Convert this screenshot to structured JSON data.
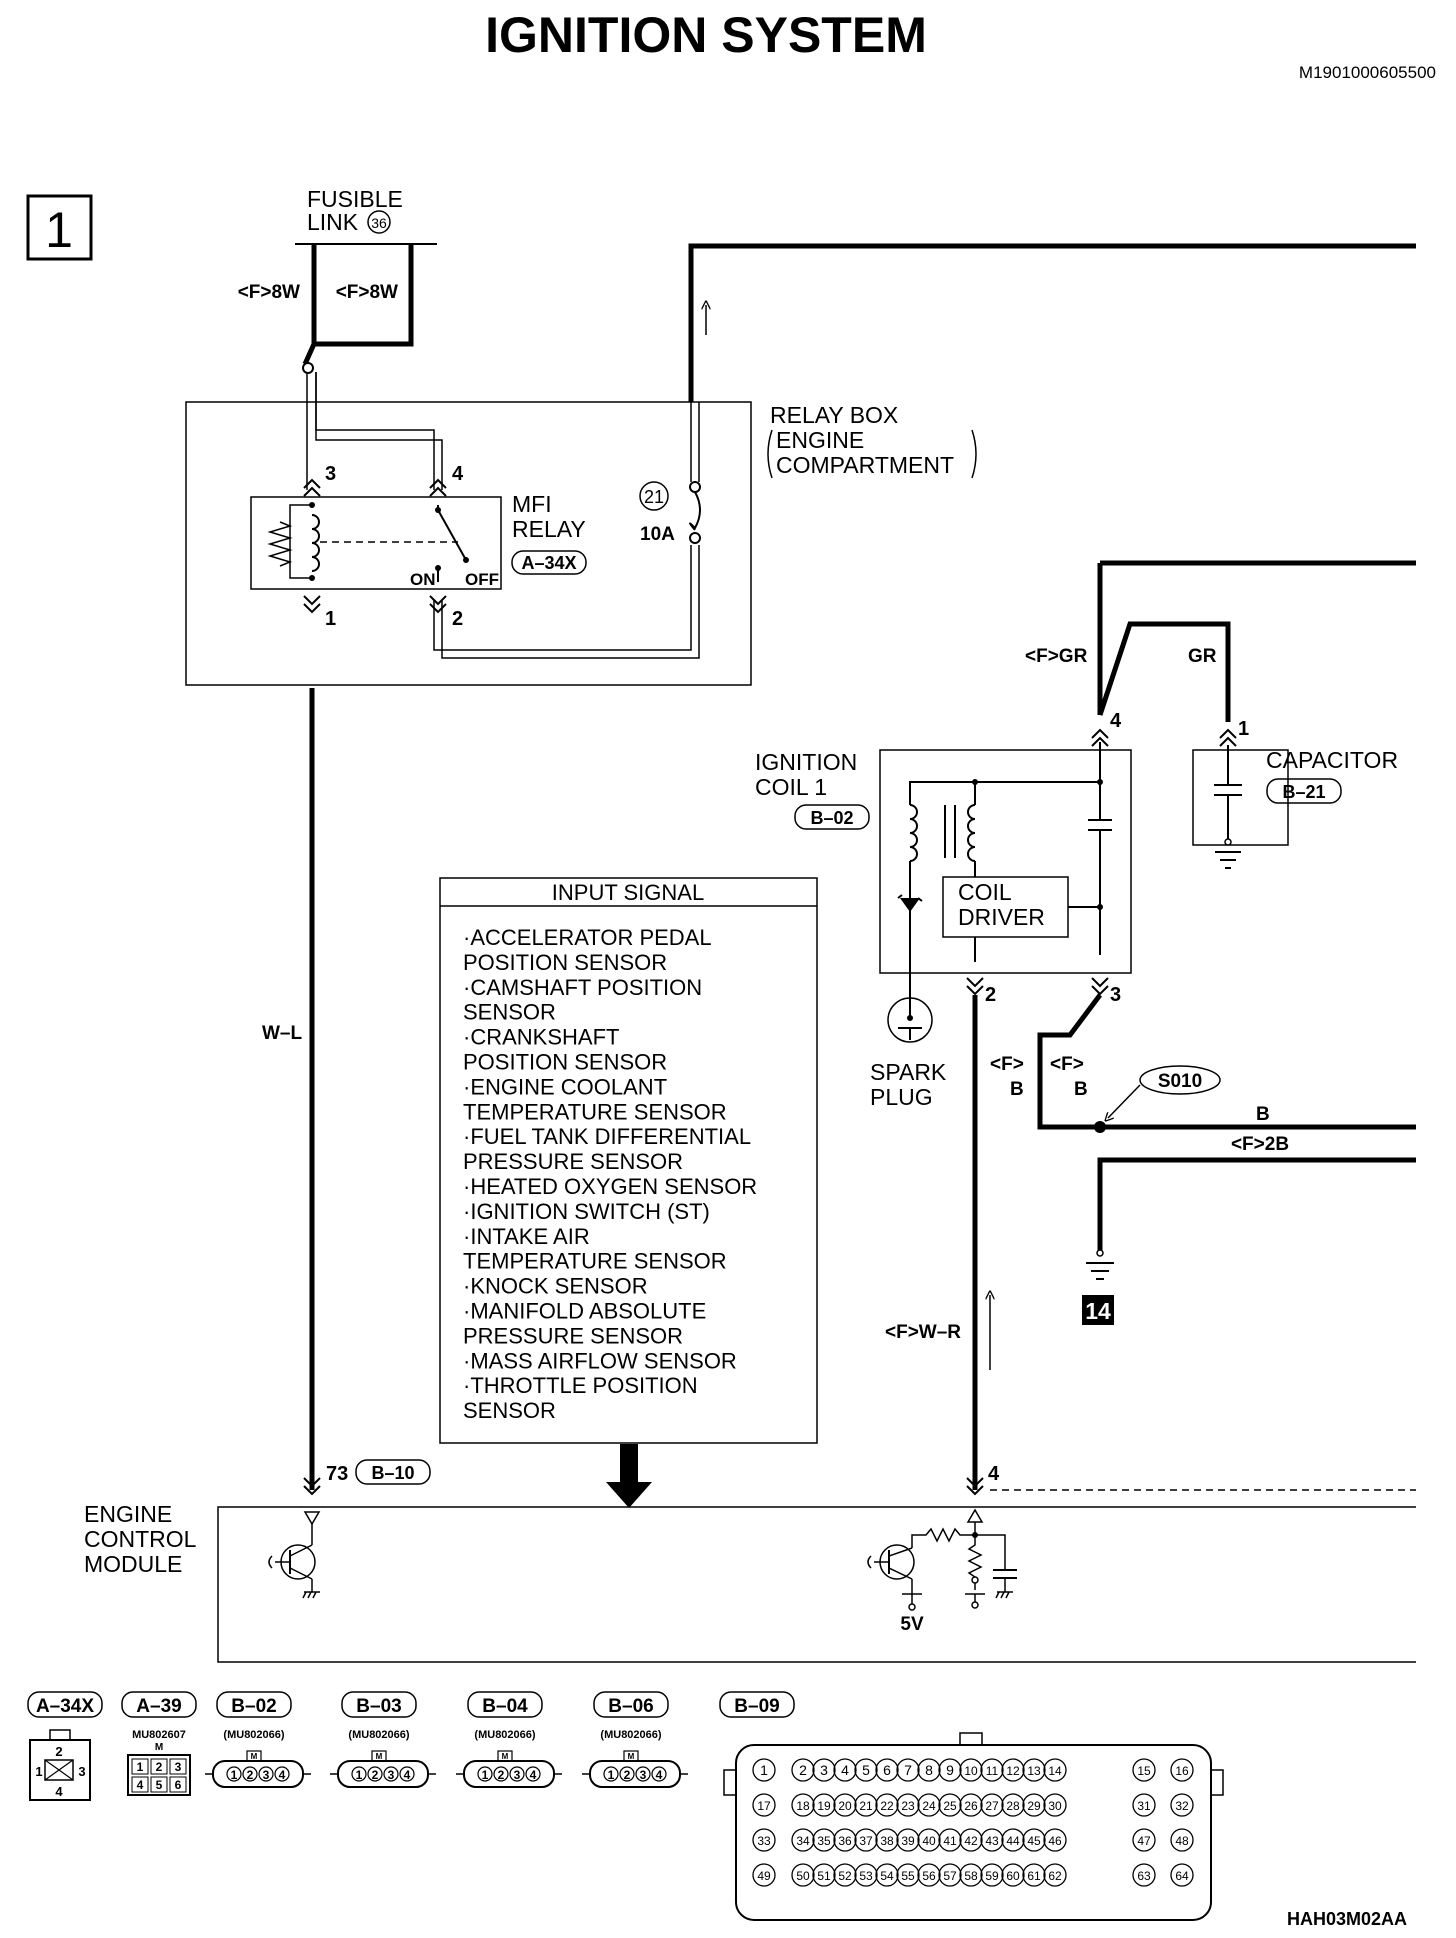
{
  "title": "IGNITION SYSTEM",
  "doc_id": "M1901000605500",
  "figure_id": "HAH03M02AA",
  "page_number": "1",
  "fusible_link": {
    "line1": "FUSIBLE",
    "line2": "LINK",
    "num": "36"
  },
  "wires": {
    "f8w_a": "<F>8W",
    "f8w_b": "<F>8W",
    "w_l": "W–L",
    "f_gr": "<F>GR",
    "gr": "GR",
    "f_a": "<F>",
    "b_a": "B",
    "f_b": "<F>",
    "b_b": "B",
    "b": "B",
    "f2b": "<F>2B",
    "f_w_r": "<F>W–R"
  },
  "relay_box": {
    "line1": "RELAY BOX",
    "line2": "ENGINE",
    "line3": "COMPARTMENT"
  },
  "mfi_relay": {
    "line1": "MFI",
    "line2": "RELAY",
    "connector": "A–34X",
    "pin3": "3",
    "pin4": "4",
    "pin1": "1",
    "pin2": "2",
    "on": "ON",
    "off": "OFF"
  },
  "fuse": {
    "num": "21",
    "rating": "10A"
  },
  "ignition_coil": {
    "line1": "IGNITION",
    "line2": "COIL 1",
    "connector": "B–02",
    "pin4": "4",
    "pin2": "2",
    "pin3": "3"
  },
  "coil_driver": {
    "line1": "COIL",
    "line2": "DRIVER"
  },
  "capacitor": {
    "label": "CAPACITOR",
    "connector": "B–21",
    "pin": "1"
  },
  "spark_plug": {
    "line1": "SPARK",
    "line2": "PLUG"
  },
  "splice": "S010",
  "ground_num": "14",
  "input_signal": {
    "title": "INPUT SIGNAL",
    "lines": [
      "·ACCELERATOR PEDAL",
      " POSITION SENSOR",
      "·CAMSHAFT POSITION",
      " SENSOR",
      "·CRANKSHAFT",
      " POSITION SENSOR",
      "·ENGINE COOLANT",
      " TEMPERATURE SENSOR",
      "·FUEL TANK DIFFERENTIAL",
      " PRESSURE SENSOR",
      "·HEATED OXYGEN SENSOR",
      "·IGNITION SWITCH (ST)",
      "·INTAKE AIR",
      " TEMPERATURE SENSOR",
      "·KNOCK SENSOR",
      "·MANIFOLD ABSOLUTE",
      " PRESSURE SENSOR",
      "·MASS AIRFLOW SENSOR",
      "·THROTTLE POSITION",
      " SENSOR"
    ]
  },
  "ecm": {
    "line1": "ENGINE",
    "line2": "CONTROL",
    "line3": "MODULE",
    "pin73": "73",
    "conn73": "B–10",
    "pin4": "4",
    "v5": "5V"
  },
  "connectors": [
    {
      "id": "A–34X",
      "part": ""
    },
    {
      "id": "A–39",
      "part": "MU802607",
      "suffix": "M"
    },
    {
      "id": "B–02",
      "part": "(MU802066)"
    },
    {
      "id": "B–03",
      "part": "(MU802066)"
    },
    {
      "id": "B–04",
      "part": "(MU802066)"
    },
    {
      "id": "B–06",
      "part": "(MU802066)"
    },
    {
      "id": "B–09",
      "part": ""
    }
  ],
  "connector_pins": {
    "a34x": [
      "1",
      "2",
      "3",
      "4"
    ],
    "a39": [
      "1",
      "2",
      "3",
      "4",
      "5",
      "6"
    ],
    "b4": [
      "1",
      "2",
      "3",
      "4"
    ],
    "m_mark": "M"
  },
  "b09_rows": [
    [
      "1",
      "2",
      "3",
      "4",
      "5",
      "6",
      "7",
      "8",
      "9",
      "10",
      "11",
      "12",
      "13",
      "14",
      "15",
      "16"
    ],
    [
      "17",
      "18",
      "19",
      "20",
      "21",
      "22",
      "23",
      "24",
      "25",
      "26",
      "27",
      "28",
      "29",
      "30",
      "31",
      "32"
    ],
    [
      "33",
      "34",
      "35",
      "36",
      "37",
      "38",
      "39",
      "40",
      "41",
      "42",
      "43",
      "44",
      "45",
      "46",
      "47",
      "48"
    ],
    [
      "49",
      "50",
      "51",
      "52",
      "53",
      "54",
      "55",
      "56",
      "57",
      "58",
      "59",
      "60",
      "61",
      "62",
      "63",
      "64"
    ]
  ]
}
